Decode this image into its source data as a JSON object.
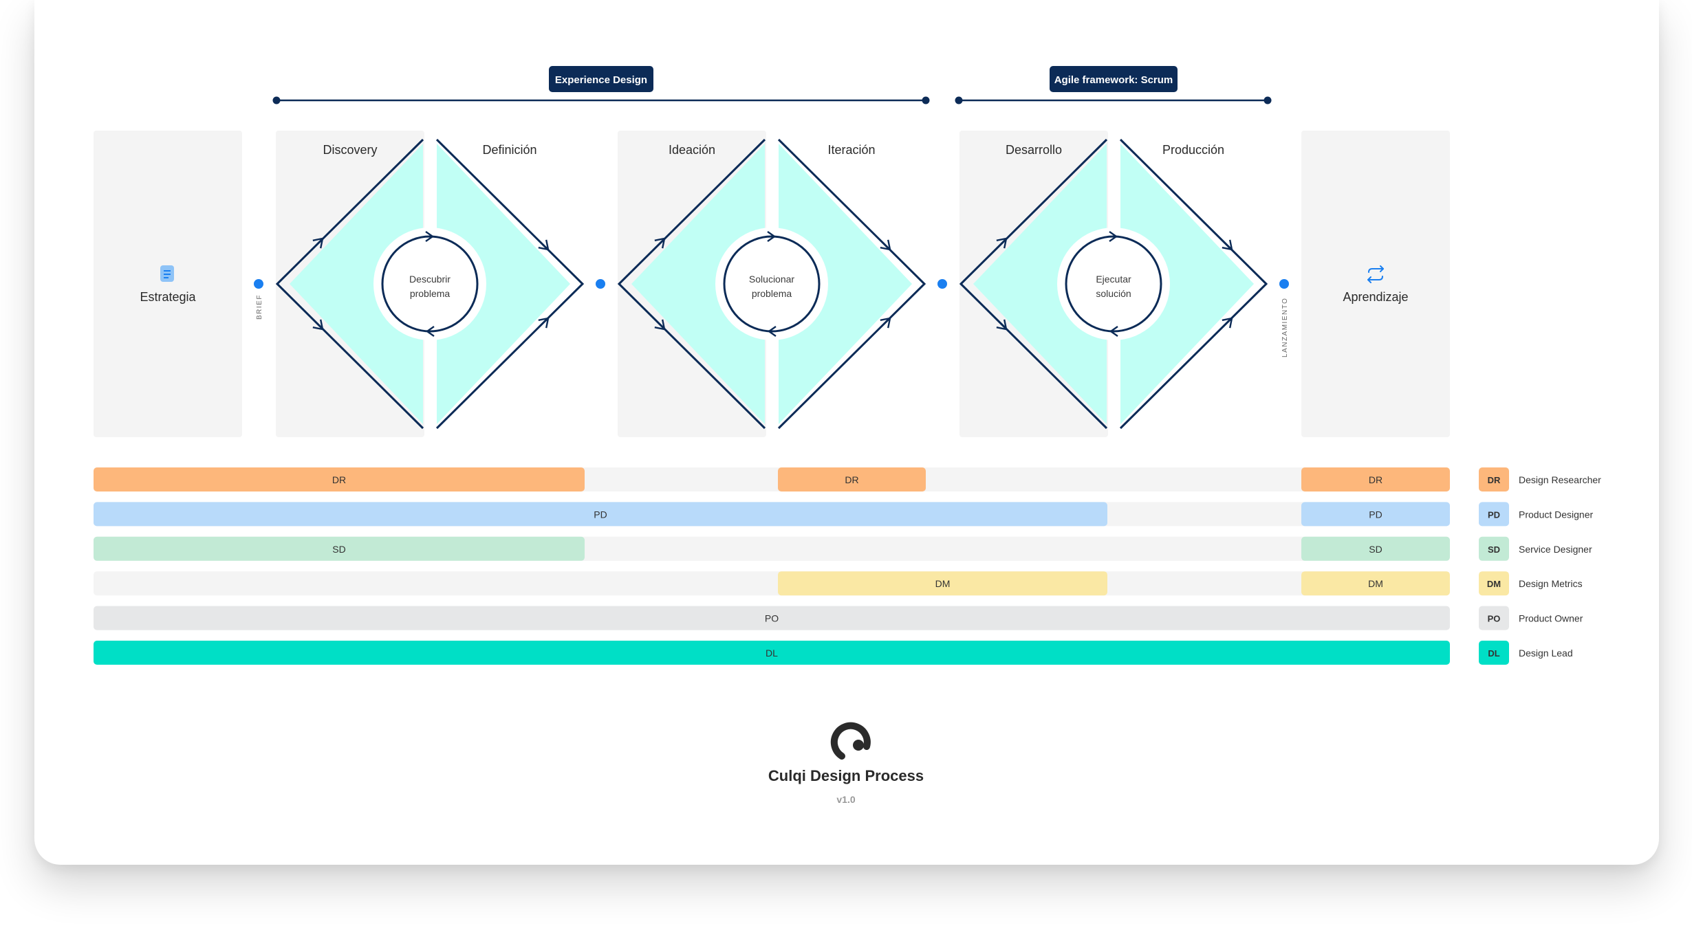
{
  "tags": [
    {
      "label": "Experience Design"
    },
    {
      "label": "Agile framework: Scrum"
    }
  ],
  "side_panels": {
    "left": {
      "label": "Estrategia",
      "icon": "document-icon"
    },
    "right": {
      "label": "Aprendizaje",
      "icon": "repeat-icon"
    }
  },
  "markers": {
    "start": "BRIEF",
    "end": "LANZAMIENTO"
  },
  "diamonds": [
    {
      "left_label": "Discovery",
      "right_label": "Definición",
      "center_line1": "Descubrir",
      "center_line2": "problema"
    },
    {
      "left_label": "Ideación",
      "right_label": "Iteración",
      "center_line1": "Solucionar",
      "center_line2": "problema"
    },
    {
      "left_label": "Desarrollo",
      "right_label": "Producción",
      "center_line1": "Ejecutar",
      "center_line2": "solución"
    }
  ],
  "roles": [
    {
      "abbr": "DR",
      "name": "Design Researcher",
      "color": "#fdb77b"
    },
    {
      "abbr": "PD",
      "name": "Product Designer",
      "color": "#b8dafa"
    },
    {
      "abbr": "SD",
      "name": "Service Designer",
      "color": "#c2ead5"
    },
    {
      "abbr": "DM",
      "name": "Design Metrics",
      "color": "#fae8a4"
    },
    {
      "abbr": "PO",
      "name": "Product Owner",
      "color": "#e6e7e8"
    },
    {
      "abbr": "DL",
      "name": "Design Lead",
      "color": "#00dfc6"
    }
  ],
  "brand": {
    "title": "Culqi Design Process",
    "version": "v1.0"
  },
  "colors": {
    "navy": "#0c2b57",
    "accent_blue": "#1a7ff0",
    "diamond_fill": "#c1fff5",
    "panel_gray": "#f4f4f4"
  }
}
